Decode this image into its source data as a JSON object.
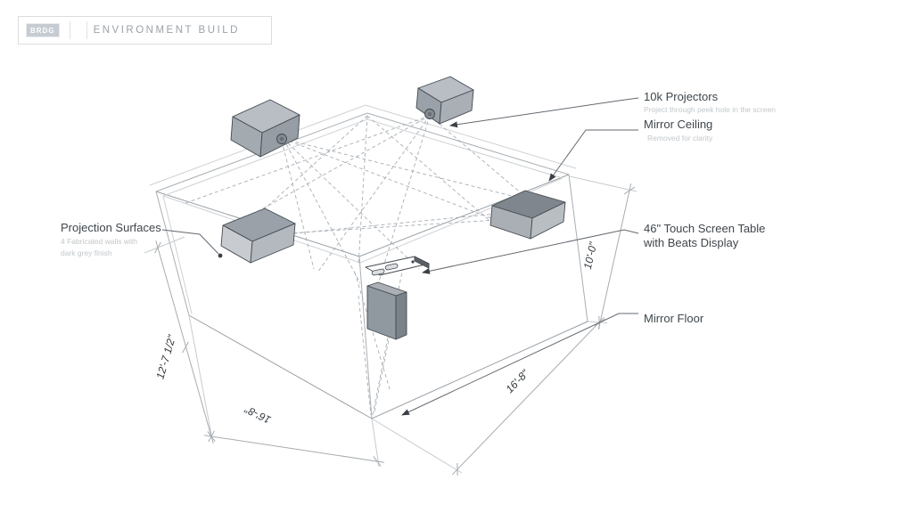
{
  "header": {
    "logo": "BRDG",
    "title": "ENVIRONMENT BUILD"
  },
  "callouts": {
    "projectors": {
      "label": "10k Projectors",
      "note": "Project through peek hole in the screen"
    },
    "mirror_ceiling": {
      "label": "Mirror Ceiling",
      "note": "Removed for clarity"
    },
    "touch_table": {
      "label_line1": "46\" Touch Screen Table",
      "label_line2": "with Beats Display"
    },
    "mirror_floor": {
      "label": "Mirror Floor"
    },
    "projection_surfaces": {
      "label": "Projection Surfaces",
      "note_line1": "4 Fabricated walls with",
      "note_line2": "dark grey finish"
    }
  },
  "dimensions": {
    "left_height": "12'-7 1/2\"",
    "bottom_left_width": "16'-8\"",
    "bottom_right_width": "16'-8\"",
    "right_height": "10'-0\""
  },
  "colors": {
    "line_gray": "#a9afb4",
    "label_text": "#3f464c",
    "note_text": "#c2c7cb",
    "dimension_text": "#33383d",
    "equipment_gray": "#a9afb5",
    "logo_bg": "#c6ccd2"
  }
}
